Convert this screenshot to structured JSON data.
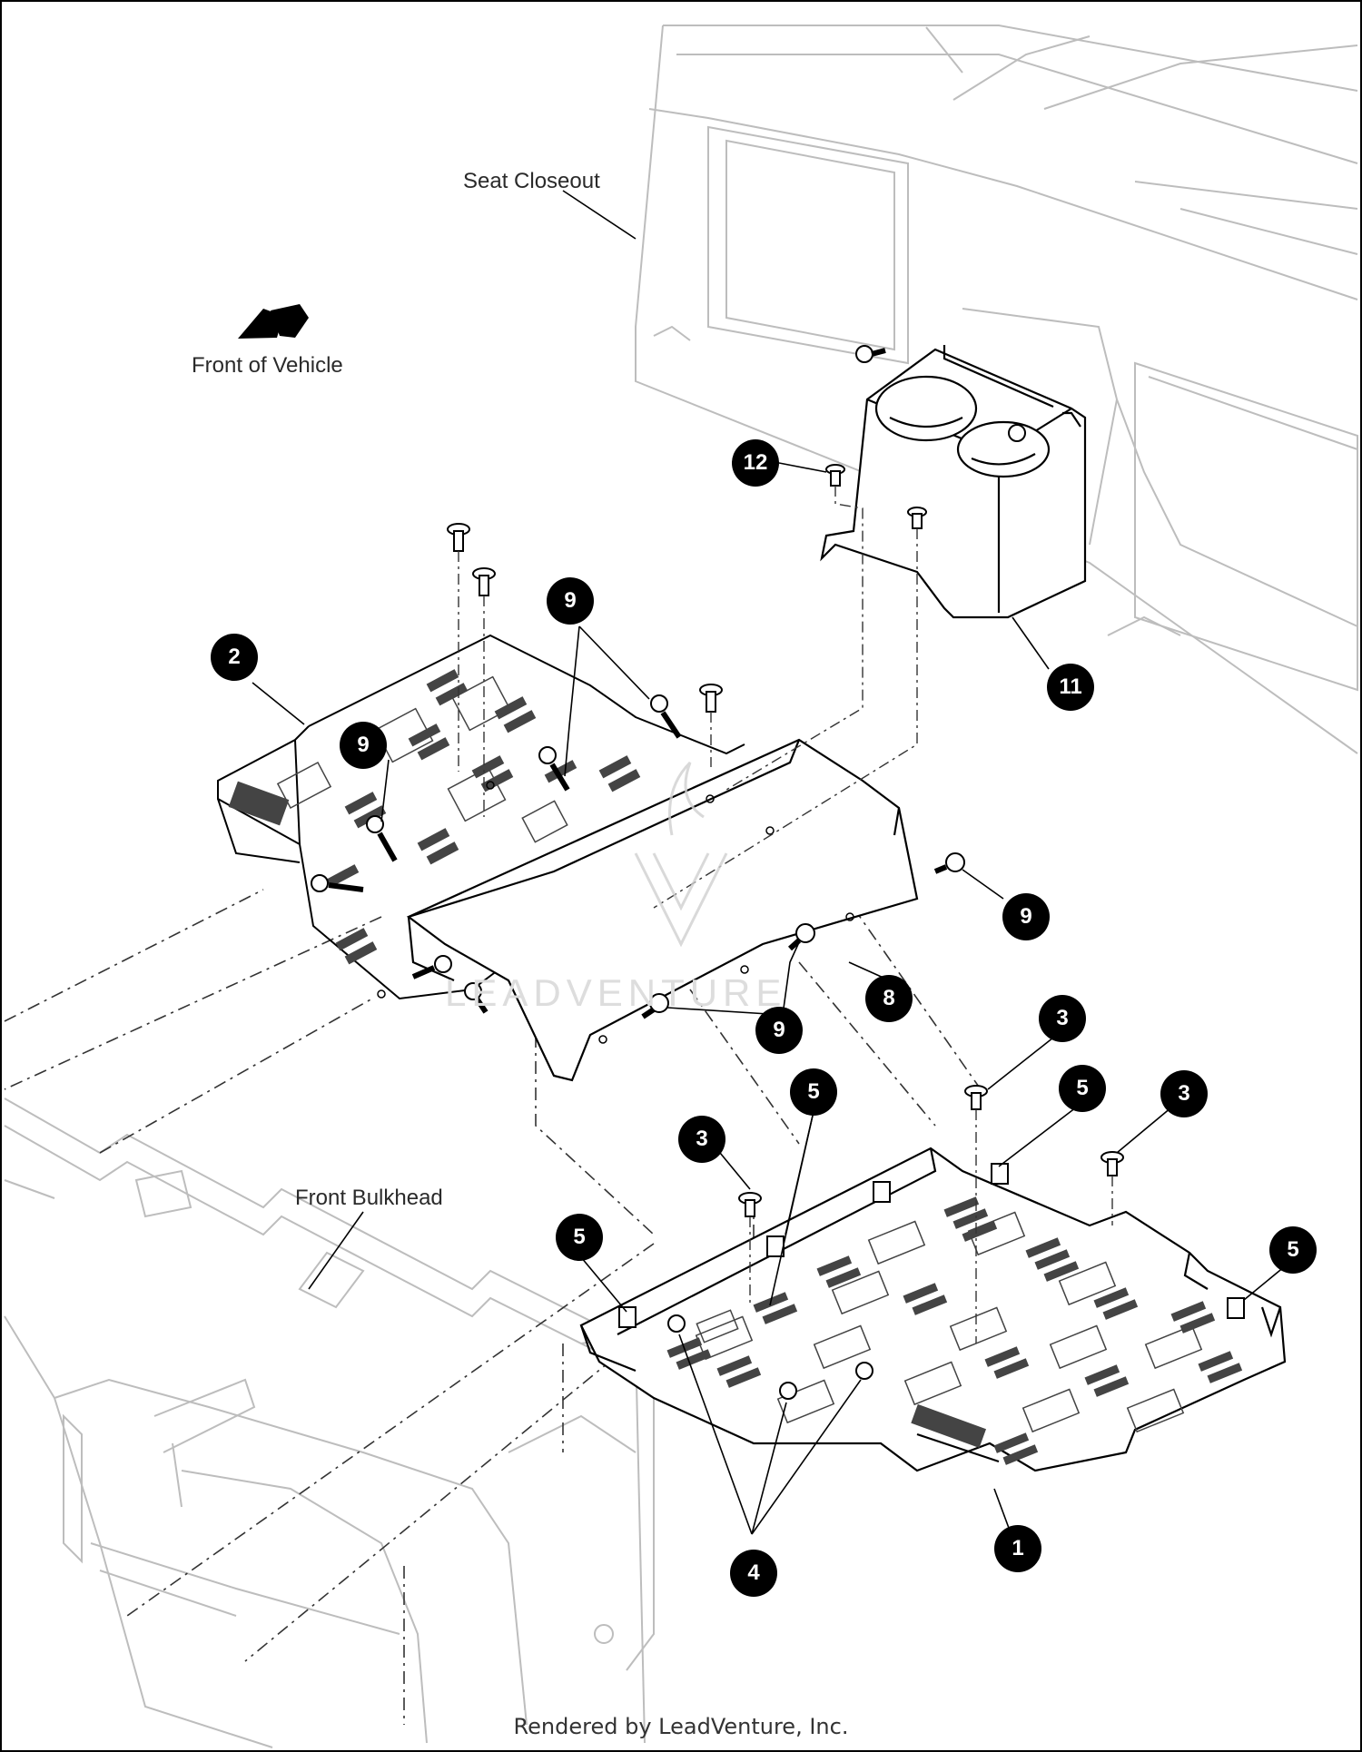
{
  "labels": {
    "seat_closeout": "Seat Closeout",
    "front_of_vehicle": "Front of Vehicle",
    "front_bulkhead": "Front Bulkhead"
  },
  "callouts": {
    "c1": "1",
    "c2": "2",
    "c3a": "3",
    "c3b": "3",
    "c3c": "3",
    "c4": "4",
    "c5a": "5",
    "c5b": "5",
    "c5c": "5",
    "c5d": "5",
    "c8": "8",
    "c9a": "9",
    "c9b": "9",
    "c9c": "9",
    "c9d": "9",
    "c11": "11",
    "c12": "12"
  },
  "watermark": "LEADVENTURE",
  "footer": "Rendered by LeadVenture, Inc."
}
